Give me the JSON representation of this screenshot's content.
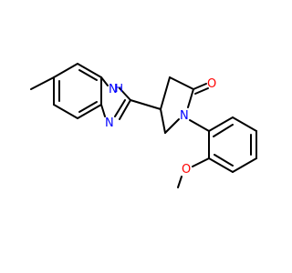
{
  "molecule": {
    "atoms": {
      "nh": {
        "symbol": "N",
        "h": "H",
        "color": "#0000ff"
      },
      "n_imine": {
        "symbol": "N",
        "color": "#0000ff"
      },
      "n_lactam": {
        "symbol": "N",
        "color": "#0000ff"
      },
      "o_carbonyl": {
        "symbol": "O",
        "color": "#ff0000"
      },
      "o_ether": {
        "symbol": "O",
        "color": "#ff0000"
      }
    }
  }
}
